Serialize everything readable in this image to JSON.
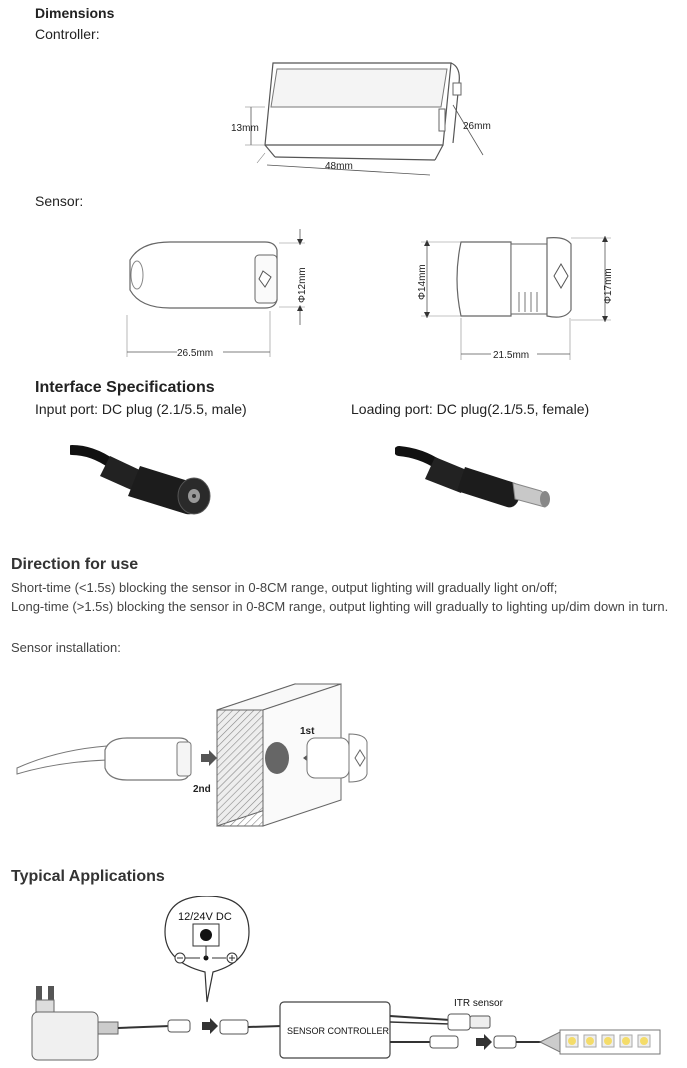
{
  "dimensions": {
    "heading": "Dimensions",
    "controller_label": "Controller:",
    "controller_dims": {
      "height": "13mm",
      "depth": "26mm",
      "width": "48mm"
    },
    "sensor_label": "Sensor:",
    "sensor1_dims": {
      "diameter": "Φ12mm",
      "length": "26.5mm"
    },
    "sensor2_dims": {
      "inner_diameter": "Φ14mm",
      "outer_diameter": "Φ17mm",
      "length": "21.5mm"
    }
  },
  "interface": {
    "heading": "Interface Specifications",
    "input_port": "Input port: DC plug (2.1/5.5, male)",
    "loading_port": "Loading port: DC plug(2.1/5.5, female)"
  },
  "direction": {
    "heading": "Direction for use",
    "line1": "Short-time (<1.5s) blocking the sensor in 0-8CM range, output lighting will gradually light on/off;",
    "line2": "Long-time (>1.5s) blocking the sensor in 0-8CM range, output lighting will gradually to lighting up/dim down in turn.",
    "installation_label": "Sensor installation:",
    "step_1st": "1st",
    "step_2nd": "2nd"
  },
  "applications": {
    "heading": "Typical Applications",
    "power_label": "12/24V DC",
    "controller_label": "SENSOR CONTROLLER",
    "sensor_label": "ITR sensor"
  }
}
